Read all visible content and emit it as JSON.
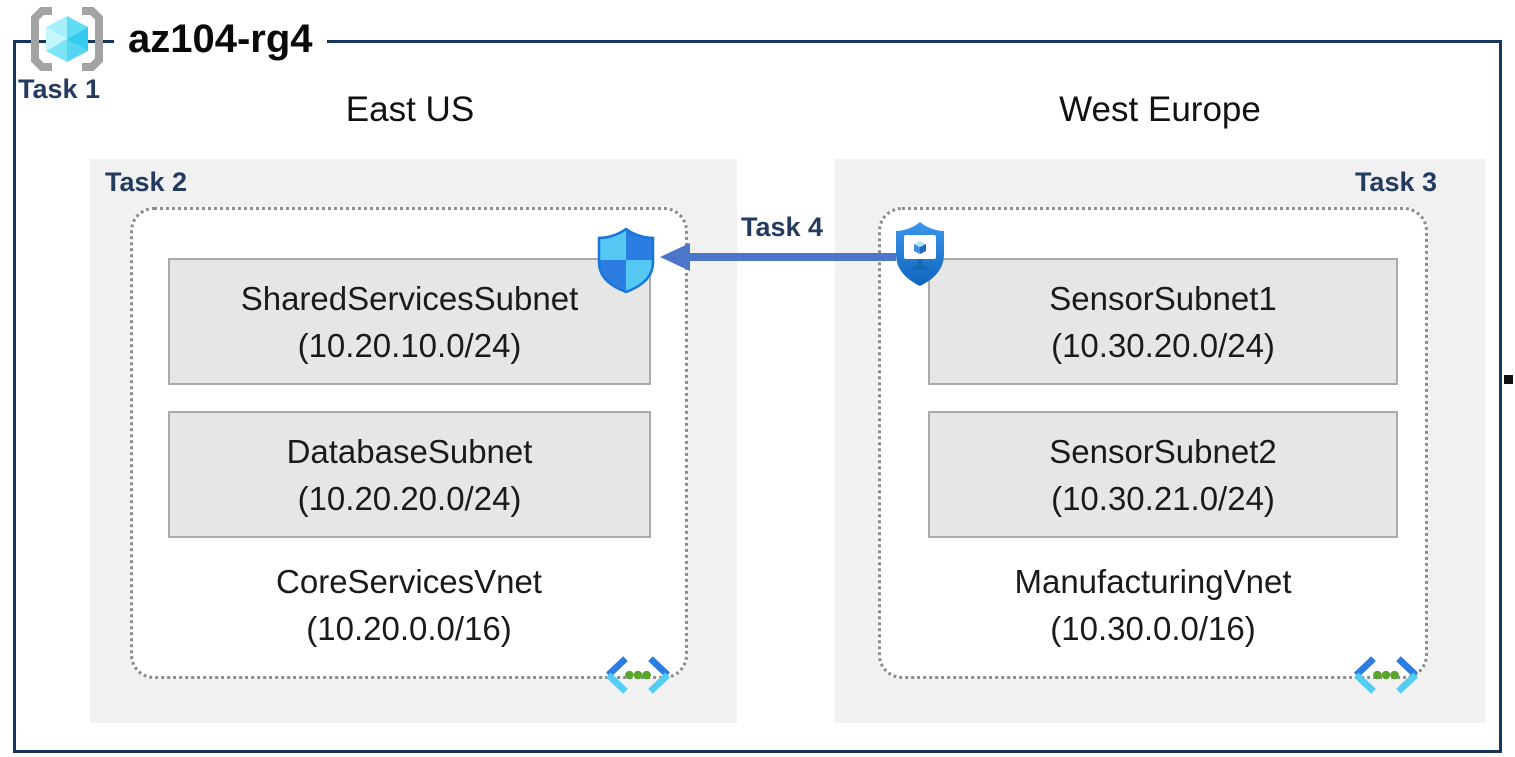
{
  "title": "az104-rg4",
  "tasks": {
    "t1": "Task 1",
    "t2": "Task 2",
    "t3": "Task 3",
    "t4": "Task 4"
  },
  "regions": [
    {
      "name": "East US",
      "vnet": {
        "name": "CoreServicesVnet",
        "cidr": "(10.20.0.0/16)",
        "subnets": [
          {
            "name": "SharedServicesSubnet",
            "cidr": "(10.20.10.0/24)"
          },
          {
            "name": "DatabaseSubnet",
            "cidr": "(10.20.20.0/24)"
          }
        ]
      }
    },
    {
      "name": "West Europe",
      "vnet": {
        "name": "ManufacturingVnet",
        "cidr": "(10.30.0.0/16)",
        "subnets": [
          {
            "name": "SensorSubnet1",
            "cidr": "(10.30.20.0/24)"
          },
          {
            "name": "SensorSubnet2",
            "cidr": "(10.30.21.0/24)"
          }
        ]
      }
    }
  ],
  "icons": {
    "resource_group": "azure-resource-group",
    "nsg": "network-security-group-shield",
    "asg": "application-security-group-shield-monitor",
    "vnet_peering": "virtual-network-chevrons"
  },
  "colors": {
    "outer_border": "#17365d",
    "task_label": "#243a5e",
    "region_bg": "#f1f1f1",
    "subnet_bg": "#e6e6e6",
    "subnet_border": "#ababab",
    "dotted_border": "#8c8c8c",
    "arrow": "#4b76c9",
    "icon_blue_dark": "#2b7de1",
    "icon_cyan": "#53cdf4",
    "icon_green": "#5aa62d"
  }
}
